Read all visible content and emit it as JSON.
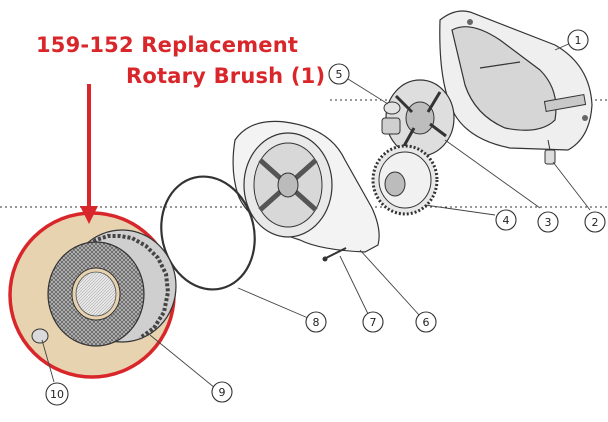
{
  "title": {
    "line1": "159-152 Replacement",
    "line2": "Rotary Brush (1)"
  },
  "accent_color": "#d9262a",
  "callouts": [
    {
      "id": "1",
      "label": "1"
    },
    {
      "id": "2",
      "label": "2"
    },
    {
      "id": "3",
      "label": "3"
    },
    {
      "id": "4",
      "label": "4"
    },
    {
      "id": "5",
      "label": "5"
    },
    {
      "id": "6",
      "label": "6"
    },
    {
      "id": "7",
      "label": "7"
    },
    {
      "id": "8",
      "label": "8"
    },
    {
      "id": "9",
      "label": "9"
    },
    {
      "id": "10",
      "label": "10"
    }
  ]
}
